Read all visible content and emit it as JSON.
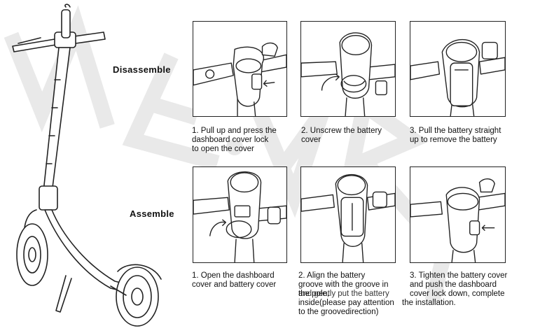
{
  "sections": {
    "disassemble_label": "Disassemble",
    "assemble_label": "Assemble"
  },
  "disassemble_steps": [
    {
      "caption": "1. Pull up and press the\ndashboard  cover lock\nto open the cover"
    },
    {
      "caption": "2. Unscrew the battery\ncover"
    },
    {
      "caption": "3. Pull the battery straight\nup to remove the battery"
    }
  ],
  "assemble_steps": [
    {
      "caption": "1. Open the dashboard\ncover and battery cover"
    },
    {
      "caption": "2. Align the battery\ngroove  with the groove in\nthe pole,\ninside(please pay attention\nto the groovedirection)",
      "overlap_text": "and gently put the battery",
      "overlap_text2": "the installation."
    },
    {
      "caption": "3. Tighten the battery cover\nand push the dashboard\ncover lock down, complete"
    }
  ],
  "watermark_text": "MEARTH",
  "colors": {
    "line": "#222222",
    "watermark": "#e6e6e6"
  }
}
